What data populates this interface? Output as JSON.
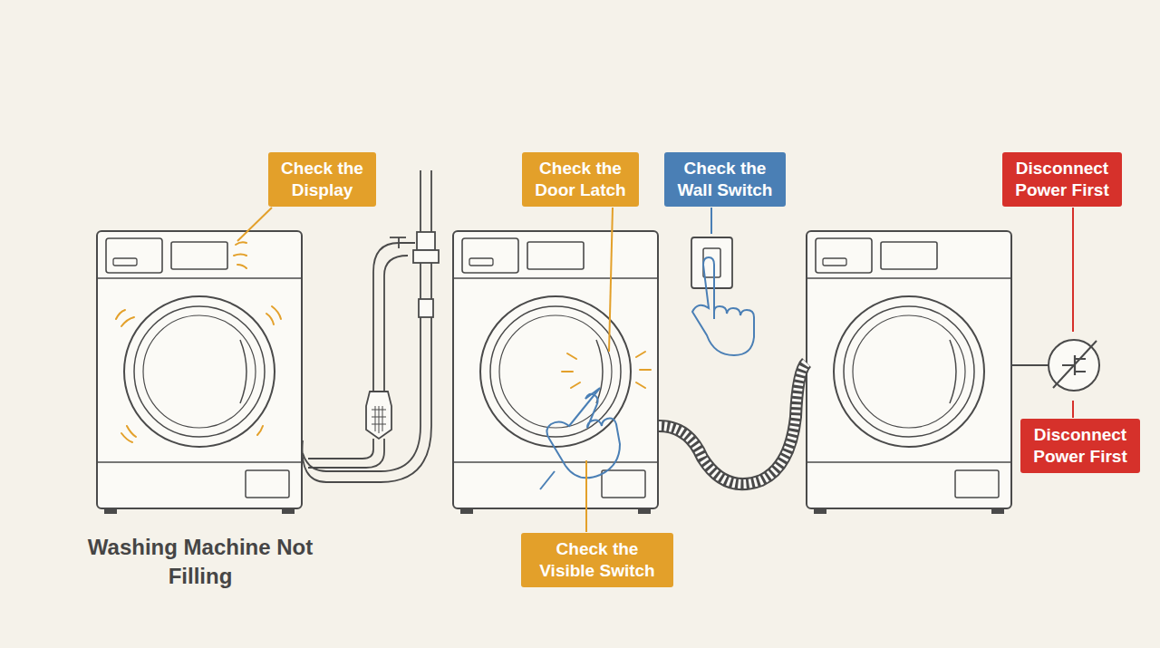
{
  "diagram": {
    "title": "Washing Machine Not Filling",
    "nodes": [
      {
        "text": [
          "Check the Display"
        ]
      },
      {
        "text": [
          "Check the Door Latch"
        ]
      },
      {
        "text": [
          "Check the Wall Switch"
        ]
      },
      {
        "text": [
          "Disconnect Power First"
        ]
      },
      {
        "text": [
          "Disconnect Power First"
        ]
      },
      {
        "text": [
          "Check the Visible Switch"
        ]
      }
    ]
  }
}
